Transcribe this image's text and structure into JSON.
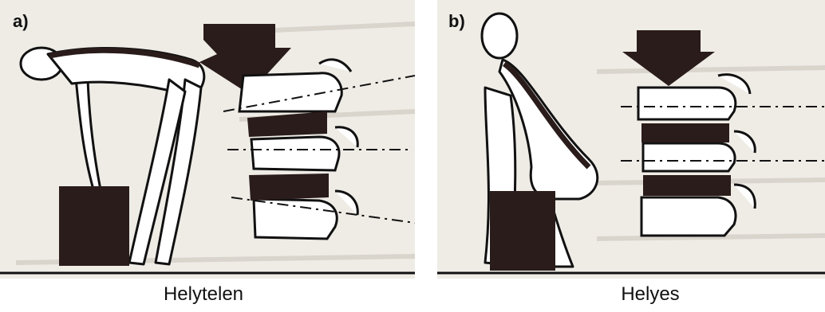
{
  "panels": [
    {
      "letter": "a)",
      "caption": "Helytelen"
    },
    {
      "letter": "b)",
      "caption": "Helyes"
    }
  ],
  "colors": {
    "background_paper": "#efece6",
    "ink": "#111111",
    "dark_fill": "#2a1c1a"
  },
  "icons": [
    "down-arrow-icon",
    "down-arrow-icon"
  ]
}
